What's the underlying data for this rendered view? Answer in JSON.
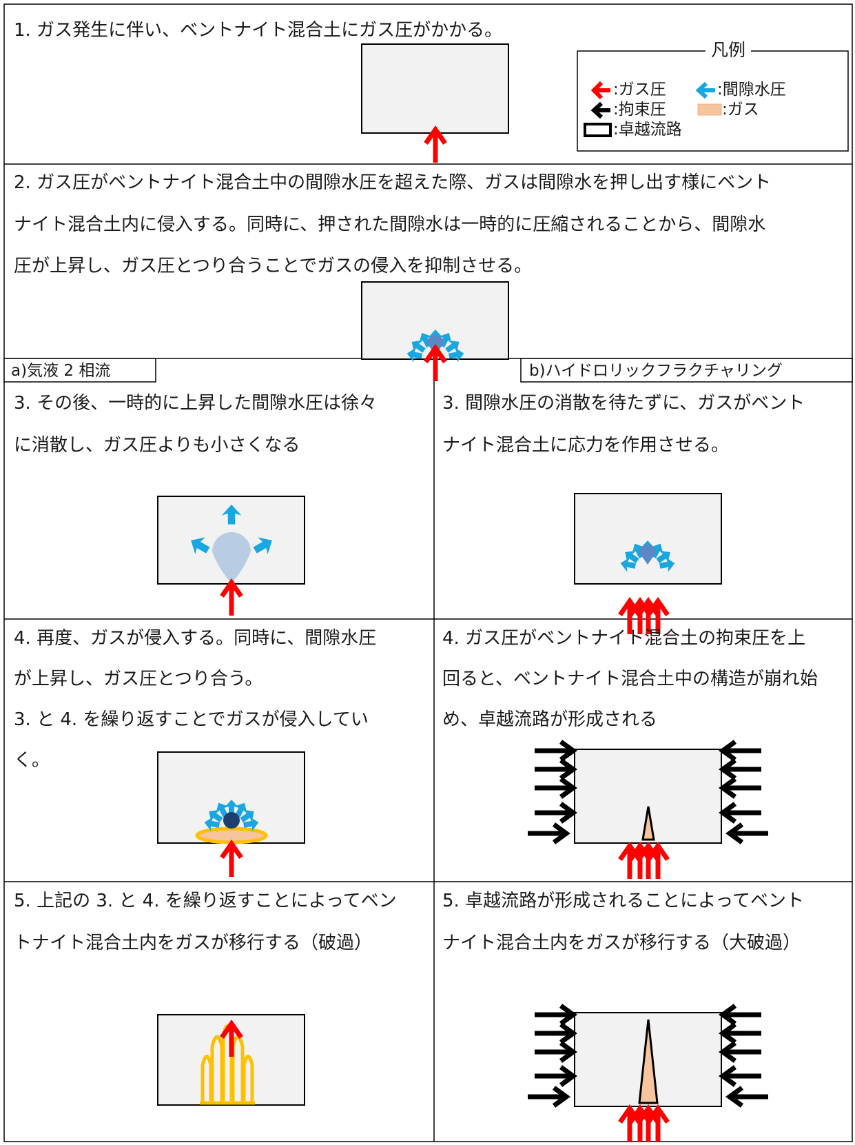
{
  "colors": {
    "gas_pressure": "#ff0000",
    "pore_pressure": "#19a7e2",
    "confining": "#000000",
    "gas": "#f6c49d",
    "box_fill": "#f2f2f2",
    "drop_light": "#b8cce4",
    "drop_mid": "#5b87c5",
    "drop_dark": "#1f3f70",
    "gas_outline": "#ffc000"
  },
  "legend": {
    "title": "凡例",
    "gas_pressure": ":ガス圧",
    "pore_pressure": ":間隙水圧",
    "confining": ":拘束圧",
    "gas": ":ガス",
    "preferential_path": ":卓越流路"
  },
  "step1": {
    "text": "1. ガス発生に伴い、ベントナイト混合土にガス圧がかかる。"
  },
  "step2": {
    "line1": "2. ガス圧がベントナイト混合土中の間隙水圧を超えた際、ガスは間隙水を押し出す様にベント",
    "line2": "ナイト混合土内に侵入する。同時に、押された間隙水は一時的に圧縮されることから、間隙水",
    "line3": "圧が上昇し、ガス圧とつり合うことでガスの侵入を抑制させる。"
  },
  "label_a": "a)気液 2 相流",
  "label_b": "b)ハイドロリックフラクチャリング",
  "a3": {
    "line1": "3. その後、一時的に上昇した間隙水圧は徐々",
    "line2": "に消散し、ガス圧よりも小さくなる"
  },
  "b3": {
    "line1": "3. 間隙水圧の消散を待たずに、ガスがベント",
    "line2": "ナイト混合土に応力を作用させる。"
  },
  "a4": {
    "line1": "4. 再度、ガスが侵入する。同時に、間隙水圧",
    "line2": "が上昇し、ガス圧とつり合う。",
    "line3": "3. と 4. を繰り返すことでガスが侵入してい",
    "line4": "く。"
  },
  "b4": {
    "line1": "4. ガス圧がベントナイト混合土の拘束圧を上",
    "line2": "回ると、ベントナイト混合土中の構造が崩れ始",
    "line3": "め、卓越流路が形成される"
  },
  "a5": {
    "line1": "5. 上記の 3. と 4. を繰り返すことによってベン",
    "line2": "トナイト混合土内をガスが移行する（破過）"
  },
  "b5": {
    "line1": "5. 卓越流路が形成されることによってベント",
    "line2": "ナイト混合土内をガスが移行する（大破過）"
  }
}
